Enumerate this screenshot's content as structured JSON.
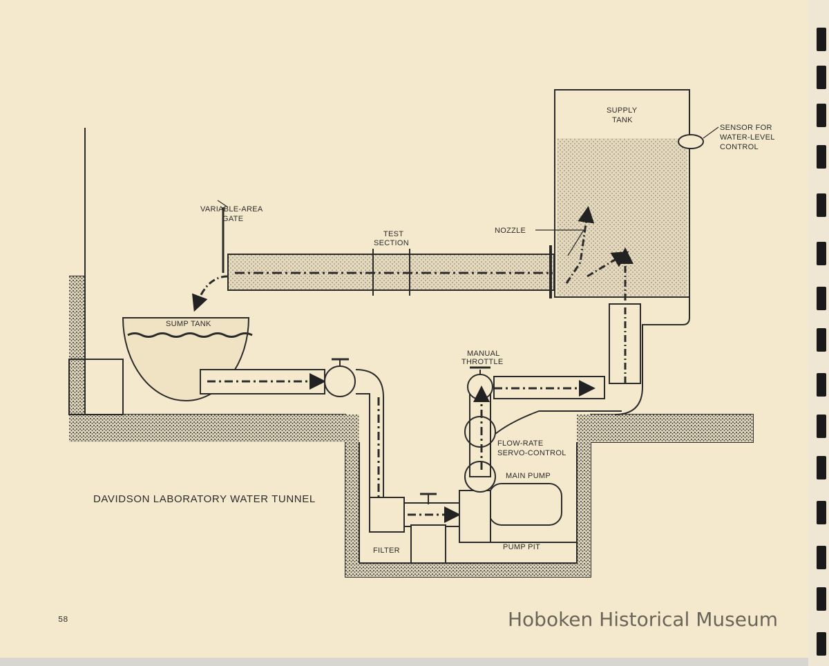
{
  "diagram": {
    "title": "DAVIDSON LABORATORY WATER TUNNEL",
    "labels": {
      "supply_tank_1": "SUPPLY",
      "supply_tank_2": "TANK",
      "sensor_1": "SENSOR FOR",
      "sensor_2": "WATER-LEVEL",
      "sensor_3": "CONTROL",
      "gate_1": "VARIABLE-AREA",
      "gate_2": "GATE",
      "test_1": "TEST",
      "test_2": "SECTION",
      "nozzle": "NOZZLE",
      "sump_tank": "SUMP TANK",
      "throttle_1": "MANUAL",
      "throttle_2": "THROTTLE",
      "servo_1": "FLOW-RATE",
      "servo_2": "SERVO-CONTROL",
      "main_pump": "MAIN PUMP",
      "filter": "FILTER",
      "pump_pit": "PUMP PIT"
    }
  },
  "page_number": "58",
  "watermark": "Hoboken Historical Museum",
  "colors": {
    "paper": "#f4e9cd",
    "ink": "#2a2a2a",
    "water": "#d6ccb0"
  }
}
